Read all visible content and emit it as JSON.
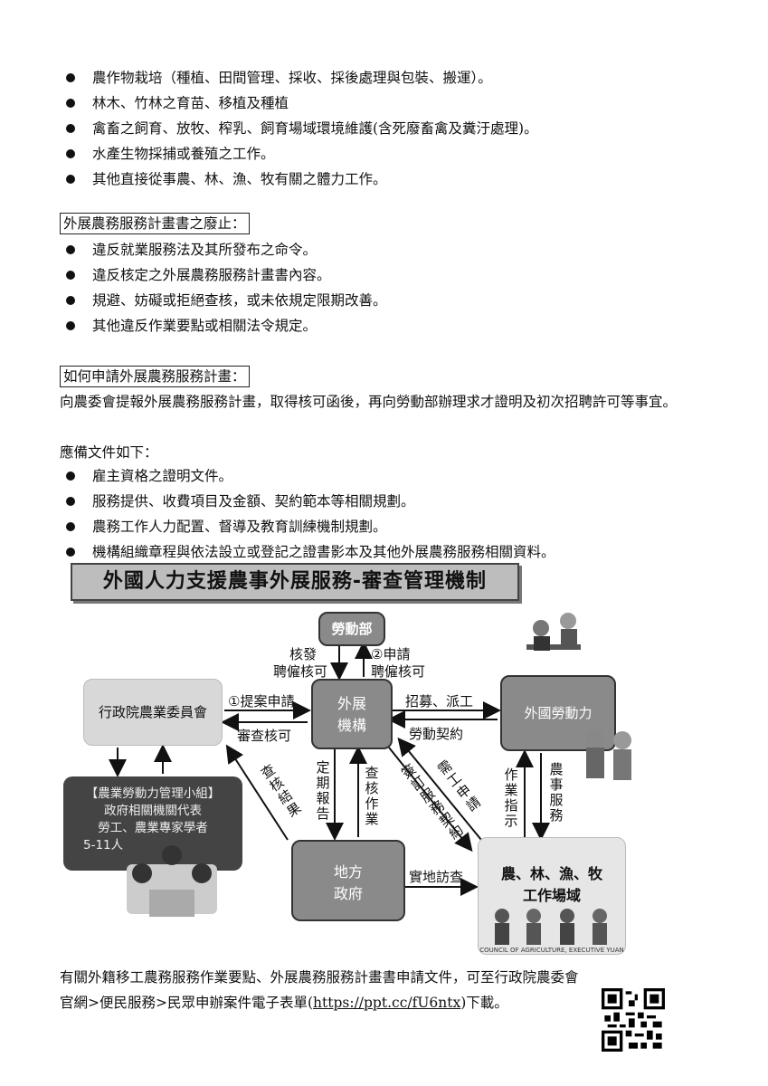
{
  "list1": [
    "農作物栽培（種植、田間管理、採收、採後處理與包裝、搬運）。",
    "林木、竹林之育苗、移植及種植",
    "禽畜之飼育、放牧、榨乳、飼育場域環境維護(含死廢畜禽及糞汙處理)。",
    "水產生物採捕或養殖之工作。",
    "其他直接從事農、林、漁、牧有關之體力工作。"
  ],
  "section2": {
    "heading": "外展農務服務計畫書之廢止：",
    "items": [
      "違反就業服務法及其所發布之命令。",
      "違反核定之外展農務服務計畫書內容。",
      "規避、妨礙或拒絕查核，或未依規定限期改善。",
      "其他違反作業要點或相關法令規定。"
    ]
  },
  "section3": {
    "heading": "如何申請外展農務服務計畫：",
    "paragraph": "向農委會提報外展農務服務計畫，取得核可函後，再向勞動部辦理求才證明及初次招聘許可等事宜。",
    "docs_intro": "應備文件如下：",
    "items": [
      "雇主資格之證明文件。",
      "服務提供、收費項目及金額、契約範本等相關規劃。",
      "農務工作人力配置、督導及教育訓練機制規劃。",
      "機構組織章程與依法設立或登記之證書影本及其他外展農務服務相關資料。"
    ]
  },
  "diagram": {
    "title": "外國人力支援農事外展服務-審查管理機制",
    "nodes": {
      "labor_ministry": "勞動部",
      "coa": "行政院農業委員會",
      "outreach_line1": "外展",
      "outreach_line2": "機構",
      "foreign_labor": "外國勞動力",
      "committee_line1": "【農業勞動力管理小組】",
      "committee_line2": "政府相關機關代表",
      "committee_line3": "勞工、農業專家學者",
      "committee_line4": "5-11人",
      "local_gov_line1": "地方",
      "local_gov_line2": "政府",
      "work_site_line1": "農、林、漁、牧",
      "work_site_line2": "工作場域",
      "logo_text": "COUNCIL OF AGRICULTURE, EXECUTIVE YUAN"
    },
    "labels": {
      "issue_1": "核發",
      "issue_2": "聘僱核可",
      "apply_1": "②申請",
      "apply_2": "聘僱核可",
      "propose": "①提案申請",
      "review": "審查核可",
      "recruit": "招募、派工",
      "contract": "勞動契約",
      "audit_results": "查核結果",
      "regular_report": "定期報告",
      "inspect_ops": "查核作業",
      "apply_svc": "需工申請",
      "sign_contract": "簽訂服務契約",
      "work_guide": "作業指示",
      "farm_service": "農事服務",
      "site_visit": "實地訪查"
    }
  },
  "footer": {
    "line1": "有關外籍移工農務服務作業要點、外展農務服務計畫書申請文件，可至行政院農委會",
    "line2_prefix": "官網>便民服務>民眾申辦案件電子表單(",
    "url": "https://ppt.cc/fU6ntx",
    "line2_suffix": ")下載。"
  }
}
